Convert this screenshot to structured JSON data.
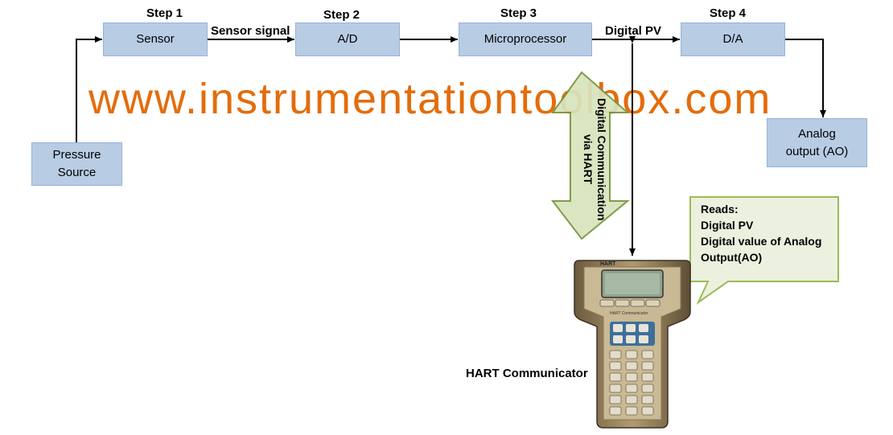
{
  "steps": {
    "step1": "Step 1",
    "step2": "Step 2",
    "step3": "Step 3",
    "step4": "Step 4"
  },
  "boxes": {
    "sensor": "Sensor",
    "ad": "A/D",
    "microprocessor": "Microprocessor",
    "da": "D/A",
    "pressure_source": [
      "Pressure",
      "Source"
    ],
    "analog_output": [
      "Analog",
      "output (AO)"
    ]
  },
  "signals": {
    "sensor_signal": "Sensor signal",
    "digital_pv": "Digital PV"
  },
  "watermark": "www.instrumentationtoolbox.com",
  "hart_arrow_text": [
    "Digital Communication",
    "via HART"
  ],
  "callout": {
    "lines": [
      "Reads:",
      "Digital PV",
      "Digital value of Analog",
      "Output(AO)"
    ]
  },
  "device": {
    "label": "HART Communicator",
    "brand": "HART",
    "subtitle": "HART Communicator"
  },
  "colors": {
    "box_fill": "#b8cce4",
    "watermark": "#e46c0a",
    "hart_arrow_fill": "#d7e4bd",
    "hart_arrow_stroke": "#77933c",
    "callout_fill": "#ebf1de",
    "callout_stroke": "#9bbb59"
  }
}
